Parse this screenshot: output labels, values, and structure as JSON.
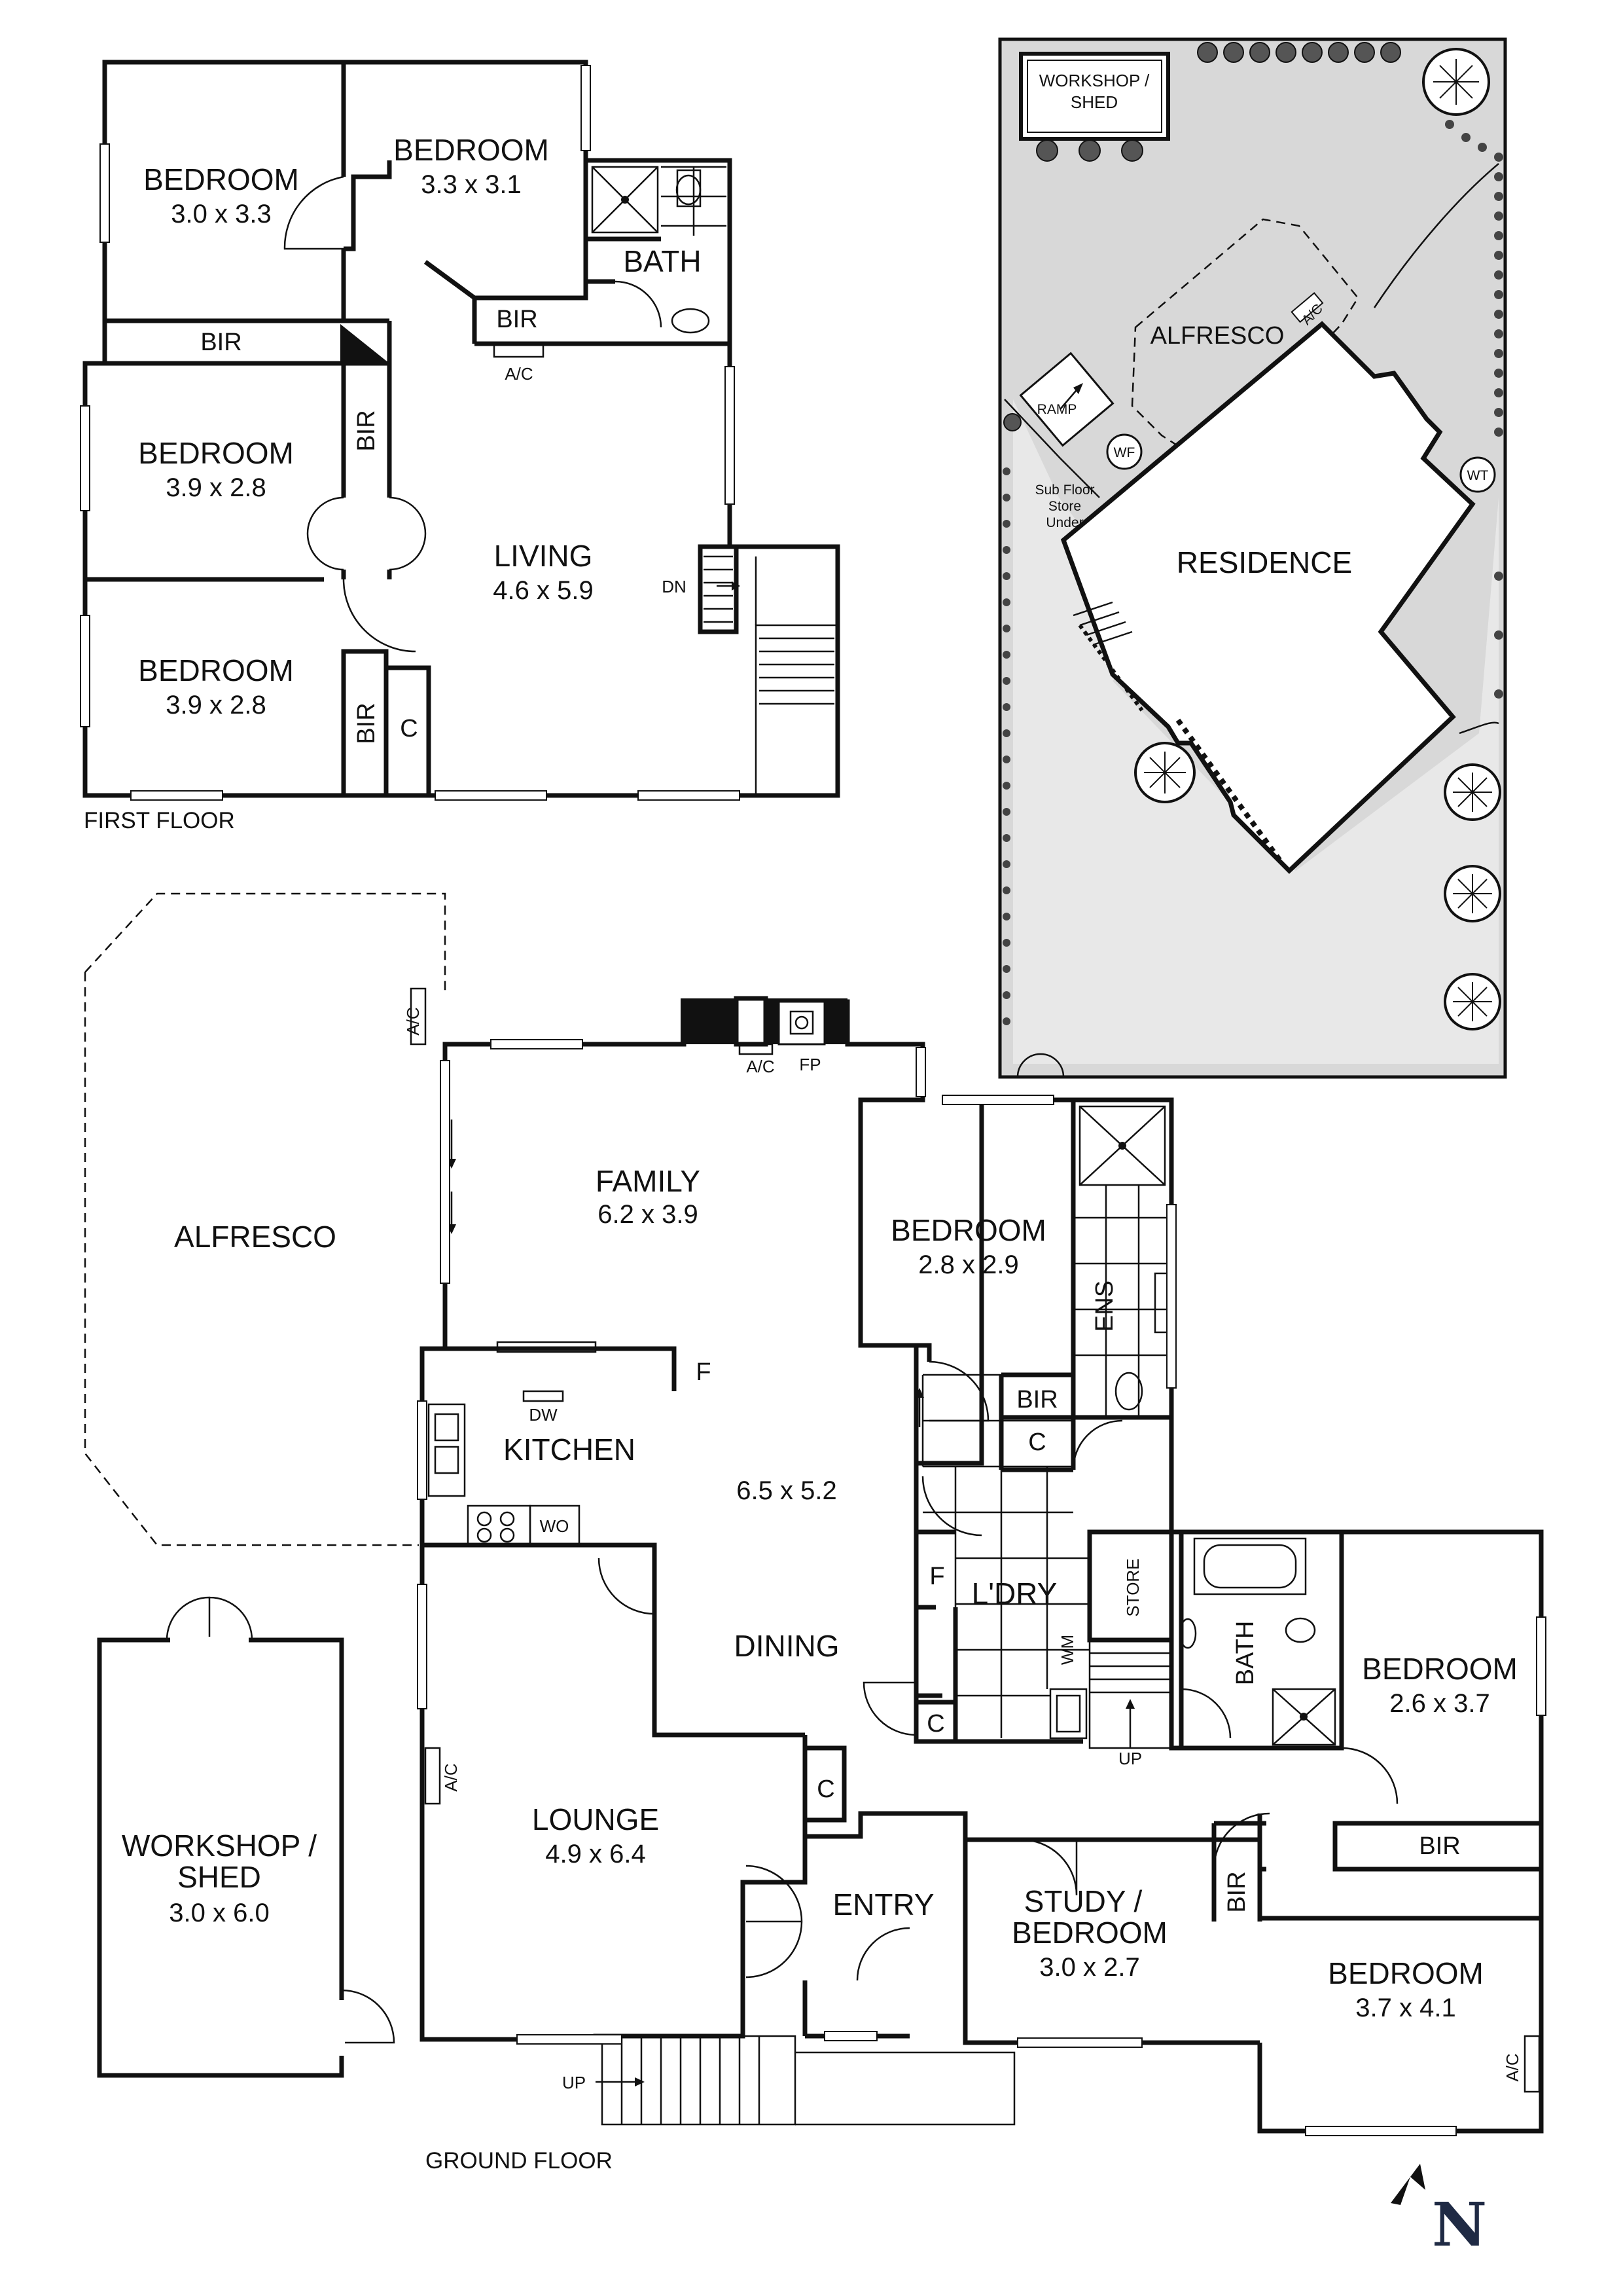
{
  "first_floor": {
    "title": "FIRST FLOOR",
    "rooms": [
      {
        "id": "bed-a",
        "name": "BEDROOM",
        "dims": "3.0 x 3.3"
      },
      {
        "id": "bed-b",
        "name": "BEDROOM",
        "dims": "3.3 x 3.1"
      },
      {
        "id": "bed-c",
        "name": "BEDROOM",
        "dims": "3.9 x 2.8"
      },
      {
        "id": "bed-d",
        "name": "BEDROOM",
        "dims": "3.9 x 2.8"
      },
      {
        "id": "living",
        "name": "LIVING",
        "dims": "4.6 x 5.9"
      }
    ],
    "labels": {
      "bath": "BATH",
      "bir": "BIR",
      "ac": "A/C",
      "dn": "DN",
      "cupboard": "C"
    }
  },
  "site_plan": {
    "workshop": "WORKSHOP / SHED",
    "workshop_line1": "WORKSHOP /",
    "workshop_line2": "SHED",
    "alfresco": "ALFRESCO",
    "residence": "RESIDENCE",
    "ramp": "RAMP",
    "wf": "WF",
    "wt": "WT",
    "ac": "A/C",
    "subfloor_1": "Sub Floor",
    "subfloor_2": "Store",
    "subfloor_3": "Under"
  },
  "ground_floor": {
    "title": "GROUND FLOOR",
    "rooms": [
      {
        "id": "family",
        "name": "FAMILY",
        "dims": "6.2 x 3.9"
      },
      {
        "id": "bed-e",
        "name": "BEDROOM",
        "dims": "2.8 x 2.9"
      },
      {
        "id": "kitchen",
        "name": "KITCHEN",
        "dims": ""
      },
      {
        "id": "dining",
        "name": "DINING",
        "dims": "6.5 x 5.2"
      },
      {
        "id": "lounge",
        "name": "LOUNGE",
        "dims": "4.9 x 6.4"
      },
      {
        "id": "bed-f",
        "name": "BEDROOM",
        "dims": "2.6 x 3.7"
      },
      {
        "id": "study",
        "name": "STUDY / BEDROOM",
        "dims": "3.0 x 2.7"
      },
      {
        "id": "bed-g",
        "name": "BEDROOM",
        "dims": "3.7 x 4.1"
      },
      {
        "id": "workshop",
        "name": "WORKSHOP / SHED",
        "dims": "3.0 x 6.0"
      }
    ],
    "study_line1": "STUDY /",
    "study_line2": "BEDROOM",
    "workshop_line1": "WORKSHOP /",
    "workshop_line2": "SHED",
    "labels": {
      "alfresco": "ALFRESCO",
      "entry": "ENTRY",
      "laundry": "L'DRY",
      "bath": "BATH",
      "ens": "ENS",
      "store": "STORE",
      "wm": "WM",
      "wo": "WO",
      "dw": "DW",
      "fp": "FP",
      "ac": "A/C",
      "f": "F",
      "c": "C",
      "bir": "BIR",
      "up": "UP"
    }
  },
  "north": "N",
  "colors": {
    "wall": "#111111",
    "site": "#d8d8d8",
    "site_light": "#ececec",
    "residence": "#ffffff"
  }
}
